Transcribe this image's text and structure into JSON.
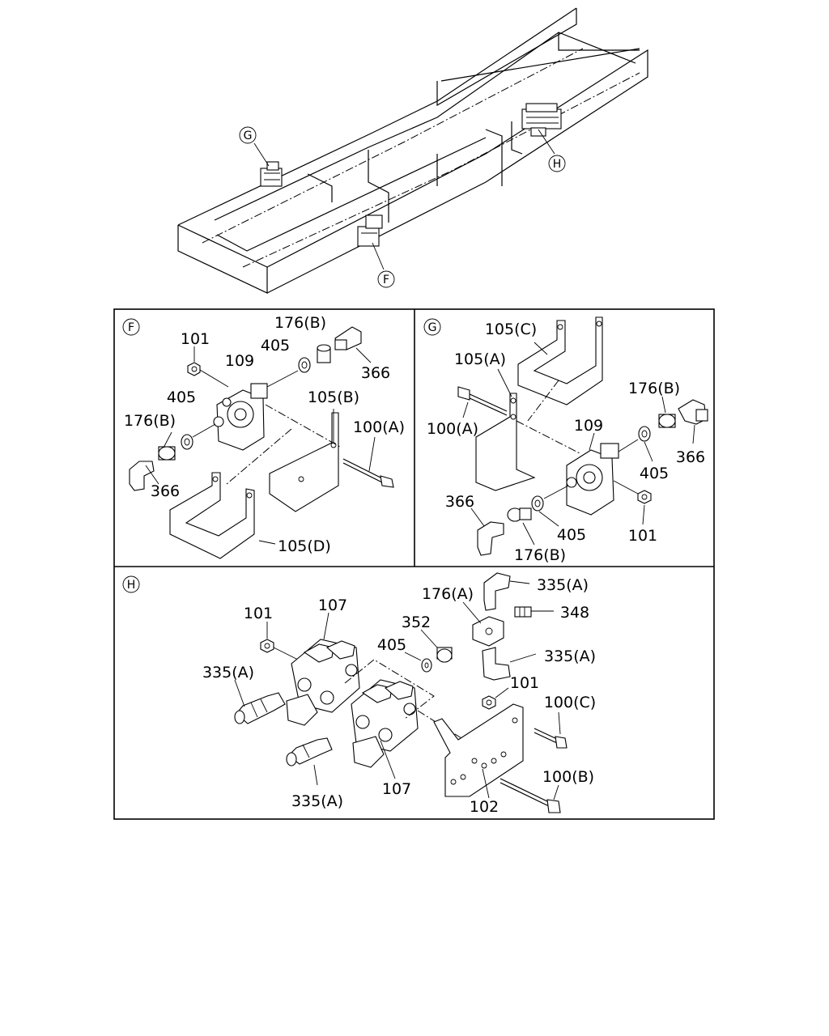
{
  "overview": {
    "callouts": {
      "g": "G",
      "h": "H",
      "f": "F"
    }
  },
  "panel_f": {
    "tag": "F",
    "labels": {
      "p101": "101",
      "p109": "109",
      "p176b_top": "176(B)",
      "p405_top": "405",
      "p366_top": "366",
      "p405_left": "405",
      "p176b_left": "176(B)",
      "p366_left": "366",
      "p105b": "105(B)",
      "p100a": "100(A)",
      "p105d": "105(D)"
    }
  },
  "panel_g": {
    "tag": "G",
    "labels": {
      "p105c": "105(C)",
      "p105a": "105(A)",
      "p100a": "100(A)",
      "p109": "109",
      "p176b_top": "176(B)",
      "p366_right": "366",
      "p405_right": "405",
      "p366_left": "366",
      "p405_bottom": "405",
      "p176b_bottom": "176(B)",
      "p101": "101"
    }
  },
  "panel_h": {
    "tag": "H",
    "labels": {
      "p101_left": "101",
      "p107_top": "107",
      "p335a_left": "335(A)",
      "p176a": "176(A)",
      "p335a_top": "335(A)",
      "p348": "348",
      "p352": "352",
      "p405": "405",
      "p335a_mid": "335(A)",
      "p101_right": "101",
      "p100c": "100(C)",
      "p100b": "100(B)",
      "p102": "102",
      "p107_bottom": "107",
      "p335a_bottom": "335(A)"
    }
  }
}
